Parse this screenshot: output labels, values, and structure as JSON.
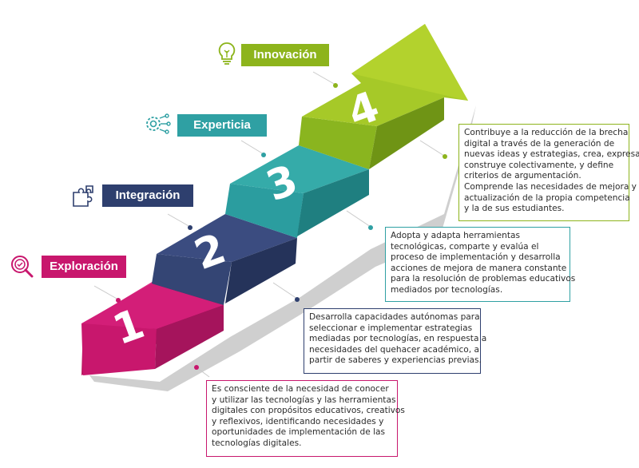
{
  "stages": [
    {
      "number": "1",
      "label": "Exploración",
      "icon": "magnifier-icon",
      "color": "#c8176d",
      "description": [
        "Es consciente de la necesidad de conocer",
        "y utilizar las tecnologías y las herramientas",
        "digitales con propósitos educativos, creativos",
        "y reflexivos, identificando necesidades y",
        "oportunidades de implementación de las",
        "tecnologías digitales."
      ]
    },
    {
      "number": "2",
      "label": "Integración",
      "icon": "puzzle-icon",
      "color": "#2e3f6e",
      "description": [
        "Desarrolla capacidades autónomas para",
        "seleccionar e implementar estrategias",
        "mediadas por tecnologías, en respuesta a",
        "necesidades del quehacer académico, a",
        "partir de saberes y experiencias previas."
      ]
    },
    {
      "number": "3",
      "label": "Experticia",
      "icon": "gear-network-icon",
      "color": "#2fa0a3",
      "description": [
        "Adopta y adapta herramientas",
        "tecnológicas, comparte y evalúa el",
        "proceso de implementación y desarrolla",
        "acciones de mejora de manera constante",
        "para la resolución de problemas educativos",
        "mediados por tecnologías."
      ]
    },
    {
      "number": "4",
      "label": "Innovación",
      "icon": "lightbulb-icon",
      "color": "#8db41c",
      "description": [
        "Contribuye a la reducción de la brecha",
        "digital a través de la generación de",
        "nuevas ideas y estrategias, crea, expresa,",
        "construye colectivamente, y define",
        "criterios de argumentación.",
        "Comprende las necesidades de mejora y",
        "actualización de la propia competencia",
        "y la de sus estudiantes."
      ]
    }
  ]
}
